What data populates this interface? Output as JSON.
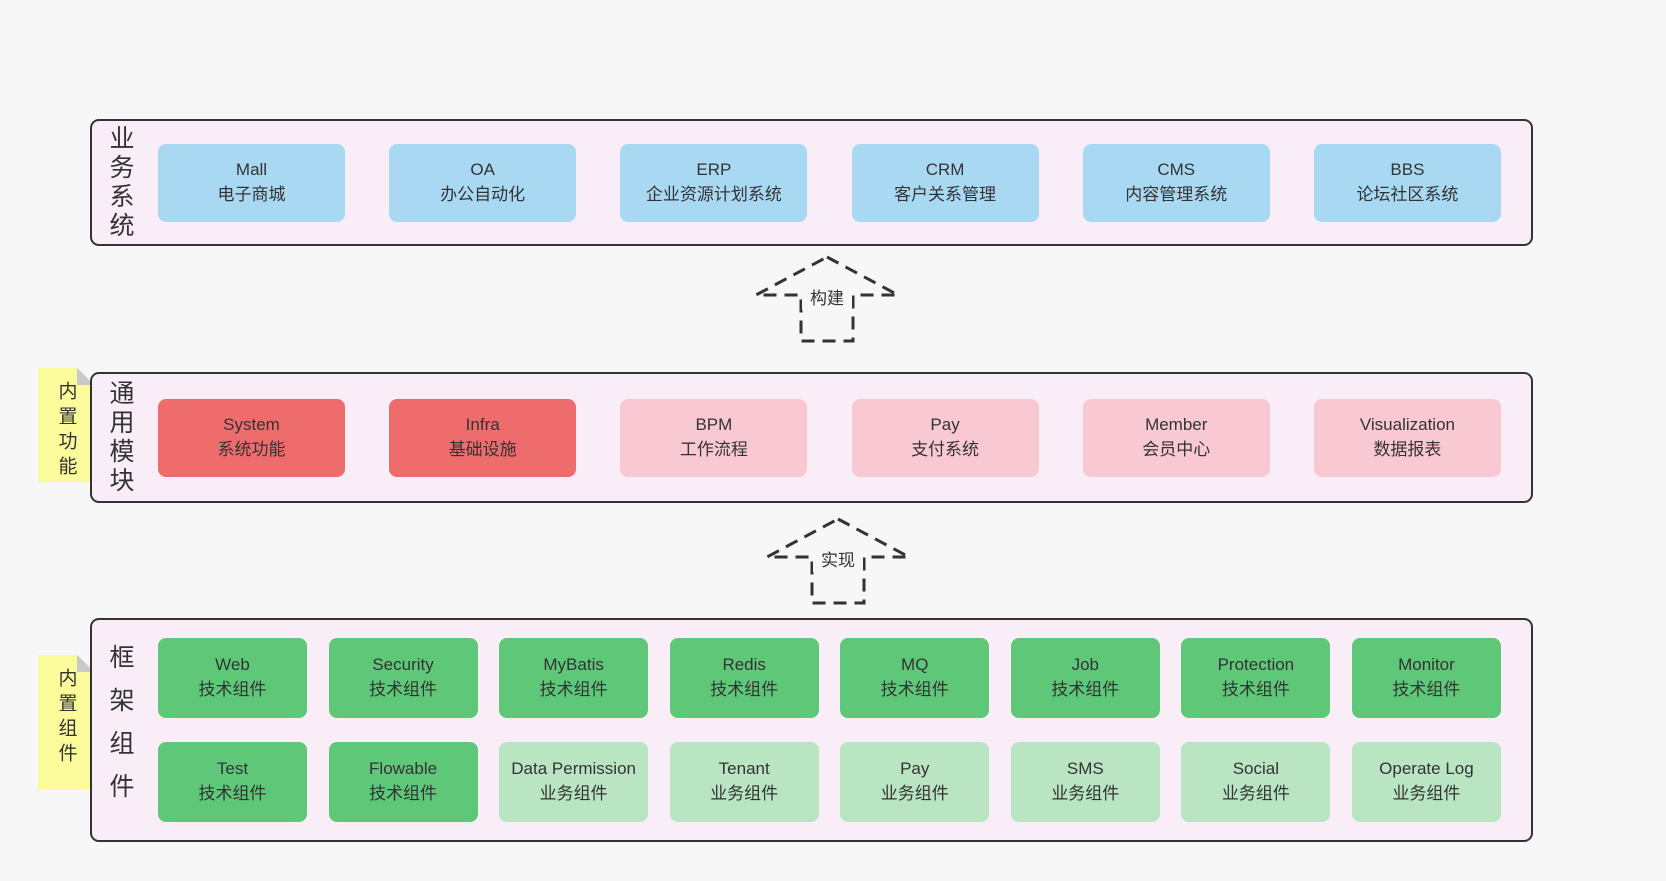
{
  "colors": {
    "page_bg": "#f7f7f7",
    "panel_bg": "#f9eef8",
    "panel_border": "#333333",
    "blue_box": "#a9d9f2",
    "red_box": "#ee6c6c",
    "pink_box": "#f9c9d3",
    "green_dark_box": "#5ec878",
    "green_light_box": "#b9e5c3",
    "note_bg": "#fbfb9c",
    "note_fold": "#c9c9c9",
    "text": "#333333"
  },
  "notes": [
    {
      "text": "内置功能"
    },
    {
      "text": "内置组件"
    }
  ],
  "arrows": [
    {
      "label": "构建"
    },
    {
      "label": "实现"
    }
  ],
  "sections": [
    {
      "side_label": "业务系统",
      "boxes": [
        {
          "name": "Mall",
          "subtitle": "电子商城"
        },
        {
          "name": "OA",
          "subtitle": "办公自动化"
        },
        {
          "name": "ERP",
          "subtitle": "企业资源计划系统"
        },
        {
          "name": "CRM",
          "subtitle": "客户关系管理"
        },
        {
          "name": "CMS",
          "subtitle": "内容管理系统"
        },
        {
          "name": "BBS",
          "subtitle": "论坛社区系统"
        }
      ]
    },
    {
      "side_label": "通用模块",
      "boxes": [
        {
          "name": "System",
          "subtitle": "系统功能",
          "variant": "red"
        },
        {
          "name": "Infra",
          "subtitle": "基础设施",
          "variant": "red"
        },
        {
          "name": "BPM",
          "subtitle": "工作流程",
          "variant": "pink"
        },
        {
          "name": "Pay",
          "subtitle": "支付系统",
          "variant": "pink"
        },
        {
          "name": "Member",
          "subtitle": "会员中心",
          "variant": "pink"
        },
        {
          "name": "Visualization",
          "subtitle": "数据报表",
          "variant": "pink"
        }
      ]
    },
    {
      "side_label": "框架组件",
      "rows": [
        [
          {
            "name": "Web",
            "subtitle": "技术组件",
            "variant": "green-dark"
          },
          {
            "name": "Security",
            "subtitle": "技术组件",
            "variant": "green-dark"
          },
          {
            "name": "MyBatis",
            "subtitle": "技术组件",
            "variant": "green-dark"
          },
          {
            "name": "Redis",
            "subtitle": "技术组件",
            "variant": "green-dark"
          },
          {
            "name": "MQ",
            "subtitle": "技术组件",
            "variant": "green-dark"
          },
          {
            "name": "Job",
            "subtitle": "技术组件",
            "variant": "green-dark"
          },
          {
            "name": "Protection",
            "subtitle": "技术组件",
            "variant": "green-dark"
          },
          {
            "name": "Monitor",
            "subtitle": "技术组件",
            "variant": "green-dark"
          }
        ],
        [
          {
            "name": "Test",
            "subtitle": "技术组件",
            "variant": "green-dark"
          },
          {
            "name": "Flowable",
            "subtitle": "技术组件",
            "variant": "green-dark"
          },
          {
            "name": "Data Permission",
            "subtitle": "业务组件",
            "variant": "green-light"
          },
          {
            "name": "Tenant",
            "subtitle": "业务组件",
            "variant": "green-light"
          },
          {
            "name": "Pay",
            "subtitle": "业务组件",
            "variant": "green-light"
          },
          {
            "name": "SMS",
            "subtitle": "业务组件",
            "variant": "green-light"
          },
          {
            "name": "Social",
            "subtitle": "业务组件",
            "variant": "green-light"
          },
          {
            "name": "Operate Log",
            "subtitle": "业务组件",
            "variant": "green-light"
          }
        ]
      ]
    }
  ]
}
